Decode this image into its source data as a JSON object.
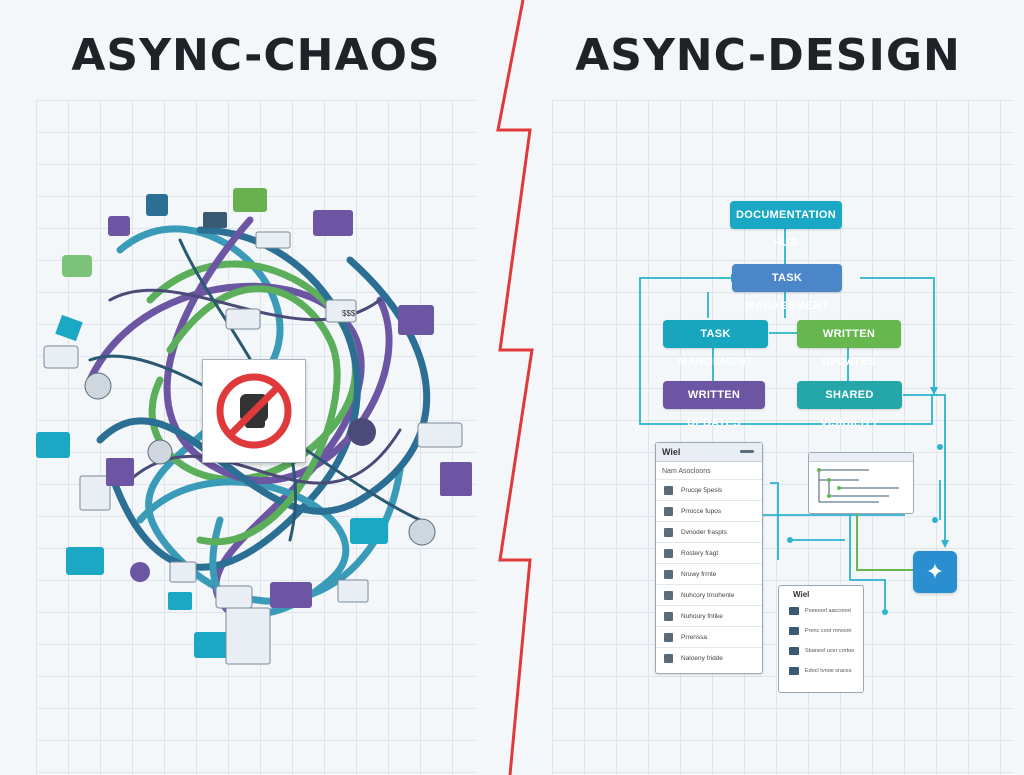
{
  "left": {
    "title": "ASYNC-CHAOS",
    "chat_bubble_text": "$$$"
  },
  "right": {
    "title": "ASYNC-DESIGN",
    "hubs": {
      "documentation": "DOCUMENTATION HUB",
      "task_management_top": "TASK MANAGEMENT",
      "task_management_left": "TASK MANGEMENT",
      "written_updates_green": "WRITTEN UPDATES",
      "written_updates_purple": "WRITTEN UPDATES",
      "shared_visibility": "SHARED VISIBILITY"
    },
    "wiki": {
      "title": "Wiel",
      "subtitle": "Nam Asocloons",
      "rows": [
        "Prucqe 5pesls",
        "Prrocce fupos",
        "Dvnoder fraspts",
        "Rostery fragt",
        "Nruwy frrnte",
        "Nuhcory trnohente",
        "Nuhoury fntike",
        "Prrenssa",
        "Naloeny fridde"
      ]
    },
    "mini": {
      "title": "Wiel",
      "rows": [
        "Poeeoorl aacconot",
        "Prenc coor mrvoon",
        "Sbaneol ucer cortoo",
        "Edocl tvnoe sraces"
      ]
    }
  },
  "colors": {
    "divider": "#e0393b",
    "doc": "#1aa8c4",
    "task": "#4b87c8",
    "green": "#66b84e",
    "purple": "#6c55a3",
    "arrow": "#2bb3cf"
  }
}
